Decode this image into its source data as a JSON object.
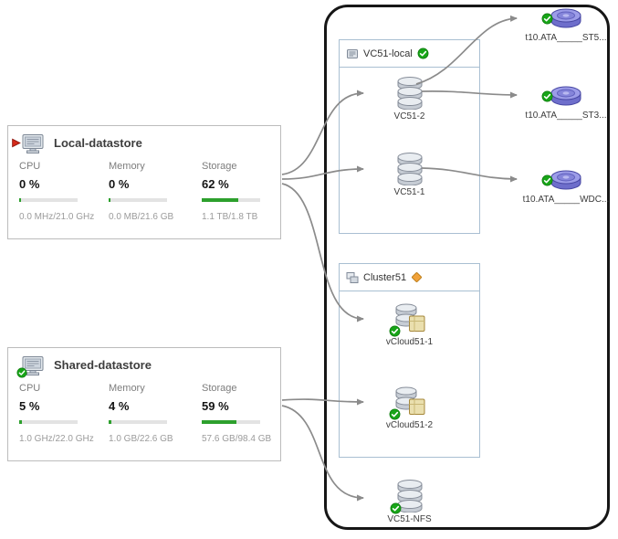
{
  "colors": {
    "ok_green": "#18a518",
    "warning_orange": "#f1a23a",
    "alert_red": "#d42a1a",
    "bar_green": "#2da02d",
    "bar_track": "#e3e3e3",
    "line_grey": "#8b8b8b",
    "disk_purple": "#9c9ce8",
    "card_border": "#bcbcbc",
    "group_border": "#a9bfd2",
    "container_border": "#161616"
  },
  "cards": [
    {
      "title": "Local-datastore",
      "icon": "host-icon",
      "status_icon": "alert-red-arrow-icon",
      "metrics": [
        {
          "label": "CPU",
          "value": "0 %",
          "percent": 0,
          "detail": "0.0 MHz/21.0 GHz"
        },
        {
          "label": "Memory",
          "value": "0 %",
          "percent": 0,
          "detail": "0.0 MB/21.6 GB"
        },
        {
          "label": "Storage",
          "value": "62 %",
          "percent": 62,
          "detail": "1.1 TB/1.8 TB"
        }
      ]
    },
    {
      "title": "Shared-datastore",
      "icon": "host-icon",
      "status_icon": "ok-check-icon",
      "metrics": [
        {
          "label": "CPU",
          "value": "5 %",
          "percent": 5,
          "detail": "1.0 GHz/22.0 GHz"
        },
        {
          "label": "Memory",
          "value": "4 %",
          "percent": 4,
          "detail": "1.0 GB/22.6 GB"
        },
        {
          "label": "Storage",
          "value": "59 %",
          "percent": 59,
          "detail": "57.6 GB/98.4 GB"
        }
      ]
    }
  ],
  "groups": [
    {
      "title": "VC51-local",
      "icon": "datacenter-icon",
      "status_icon": "ok-check-icon",
      "nodes": [
        {
          "label": "VC51-2",
          "icon": "datastore-stack-icon"
        },
        {
          "label": "VC51-1",
          "icon": "datastore-stack-icon"
        }
      ]
    },
    {
      "title": "Cluster51",
      "icon": "cluster-icon",
      "status_icon": "warning-diamond-icon",
      "nodes": [
        {
          "label": "vCloud51-1",
          "icon": "vcloud-host-icon",
          "status_icon": "ok-check-icon"
        },
        {
          "label": "vCloud51-2",
          "icon": "vcloud-host-icon",
          "status_icon": "ok-check-icon"
        }
      ]
    }
  ],
  "nodes": [
    {
      "label": "VC51-NFS",
      "icon": "datastore-stack-icon",
      "status_icon": "ok-check-icon"
    }
  ],
  "disks": [
    {
      "label": "t10.ATA_____ST5...",
      "icon": "disk-platter-icon",
      "status_icon": "ok-check-icon"
    },
    {
      "label": "t10.ATA_____ST3...",
      "icon": "disk-platter-icon",
      "status_icon": "ok-check-icon"
    },
    {
      "label": "t10.ATA_____WDC...",
      "icon": "disk-platter-icon",
      "status_icon": "ok-check-icon"
    }
  ]
}
